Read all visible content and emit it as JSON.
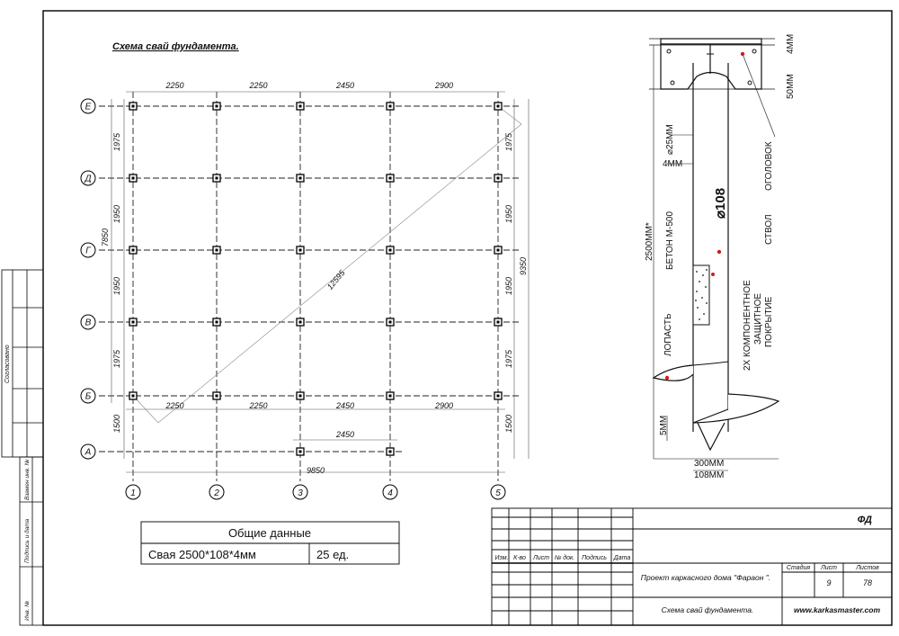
{
  "title": "Схема свай фундамента.",
  "grid": {
    "rows": [
      "Е",
      "Д",
      "Г",
      "В",
      "Б",
      "А"
    ],
    "cols": [
      "1",
      "2",
      "3",
      "4",
      "5"
    ],
    "top_dims": [
      "2250",
      "2250",
      "2450",
      "2900"
    ],
    "mid_dims": [
      "2250",
      "2250",
      "2450",
      "2900"
    ],
    "a_dim": "2450",
    "total_width": "9850",
    "left_dims": [
      "1975",
      "1950",
      "1950",
      "1975",
      "1500"
    ],
    "right_dims": [
      "1975",
      "1950",
      "1950",
      "1975",
      "1500"
    ],
    "left_total": "7850",
    "right_total": "9350",
    "diagonal": "12595"
  },
  "pile": {
    "top_plate": "4ММ",
    "plate_height": "50ММ",
    "hole": "⌀25ММ",
    "wall": "4ММ",
    "length": "2500ММ*",
    "concrete": "БЕТОН М-500",
    "diameter": "⌀108",
    "head": "ОГОЛОВОК",
    "shaft": "СТВОЛ",
    "coating": [
      "2Х КОМПОНЕНТНОЕ",
      "ЗАЩИТНОЕ",
      "ПОКРЫТИЕ"
    ],
    "blade": "ЛОПАСТЬ",
    "blade_thickness": "5ММ",
    "blade_width": "300ММ",
    "pipe_width": "108ММ"
  },
  "general": {
    "heading": "Общие данные",
    "item": "Свая 2500*108*4мм",
    "qty": "25 ед."
  },
  "stamp": {
    "code": "ФД",
    "headers": [
      "Изм.",
      "К-во",
      "Лист",
      "№ док.",
      "Подпись",
      "Дата"
    ],
    "project": "Проект каркасного дома  \"Фараон \".",
    "stage_label": "Стадия",
    "sheet_label": "Лист",
    "sheets_label": "Листов",
    "stage": "",
    "sheet": "9",
    "sheets": "78",
    "drawing": "Схема свай фундамента.",
    "site": "www.karkasmaster.com"
  },
  "side": {
    "agreed": "Согласовано",
    "replaced": "Взамен инв. №",
    "signature": "Подпись и дата",
    "inv": "Инв. №"
  }
}
